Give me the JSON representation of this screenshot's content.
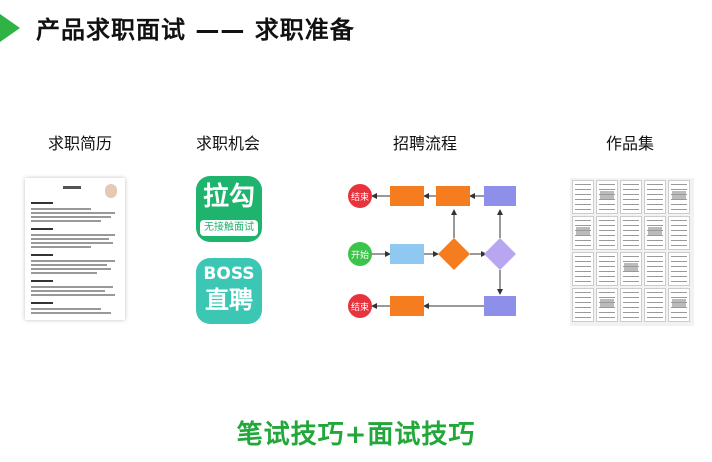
{
  "header": {
    "title": "产品求职面试 —— 求职准备",
    "accent_color": "#2fb344"
  },
  "sections": {
    "resume": {
      "label": "求职简历"
    },
    "jobs": {
      "label": "求职机会",
      "apps": [
        {
          "name": "lagou",
          "logo_text": "拉勾",
          "tagline": "无接触面试"
        },
        {
          "name": "boss",
          "logo_top": "BOSS",
          "logo_main": "直聘"
        }
      ]
    },
    "process": {
      "label": "招聘流程",
      "nodes": {
        "end_top": "结束",
        "start": "开始",
        "end_bottom": "结束"
      }
    },
    "portfolio": {
      "label": "作品集"
    }
  },
  "footer": {
    "tips": "笔试技巧+面试技巧",
    "color": "#22a83a"
  }
}
